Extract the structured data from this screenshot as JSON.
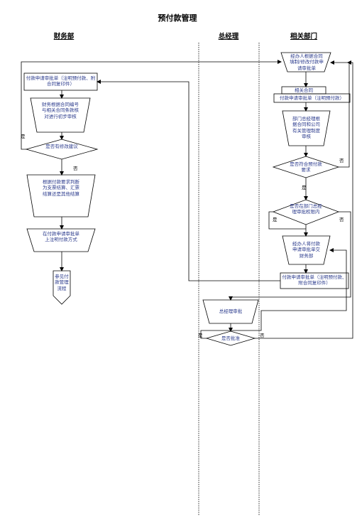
{
  "title": "预付款管理",
  "lanes": {
    "finance": "财务部",
    "gm": "总经理",
    "related": "相关部门"
  },
  "nodes": {
    "related_fill": "经办人根据合同填制/修改付款申请审批单",
    "related_contract": "相关合同",
    "related_form": "付款申请审批单（注明预付款）",
    "related_review": "部门总经理根据合同和公司有关管理制度审核",
    "related_decision": "是否符合预付款要求",
    "related_limit": "是否在部门总经理审批权限内",
    "related_submit": "经办人将付款申请审批单交财务部",
    "related_docs": "付款申请审批单（注明预付款、附合同复印件）",
    "gm_review": "总经理审批",
    "gm_decision": "是否批准",
    "fin_form": "付款申请审批单（注明预付款、附合同复印件）",
    "fin_check": "财务根据合同编号与相关合同条款核对进行初步审核",
    "fin_decision": "是否有修改建议",
    "fin_settle": "根据付款要求判断为支票结算、汇票结算还是其他结算",
    "fin_note": "在付款申请审批单上注明付款方式",
    "fin_ref": "参见付款管理流程"
  },
  "labels": {
    "yes": "是",
    "no": "否"
  }
}
